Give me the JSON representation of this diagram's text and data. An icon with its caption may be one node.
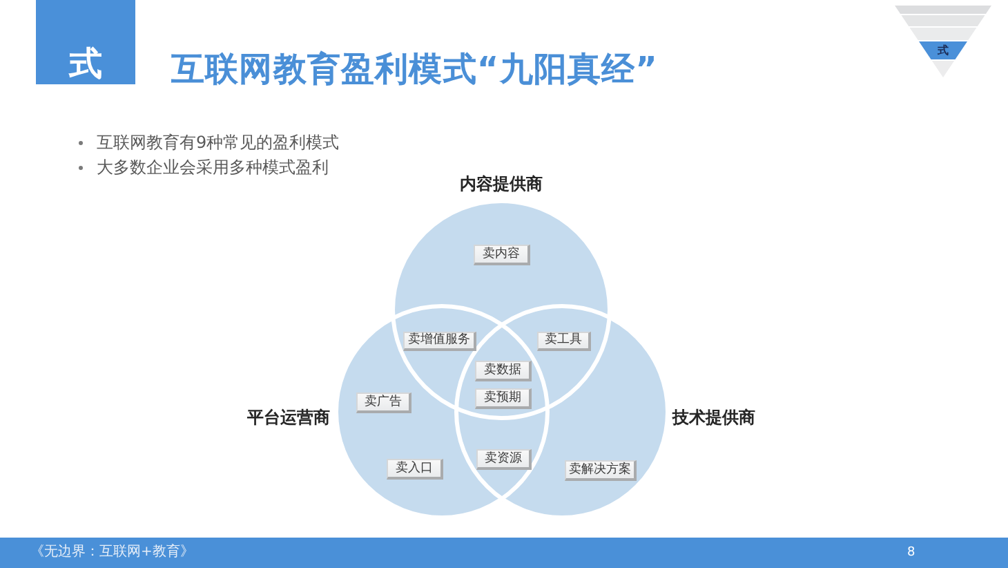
{
  "diagram": {
    "title": "互联网教育盈利模式“九阳真经”",
    "nodes": [
      {
        "text": [
          "式"
        ]
      },
      {
        "text": [
          "式"
        ]
      },
      {
        "text": [
          "内容提供商"
        ]
      },
      {
        "text": [
          "平台运营商"
        ]
      },
      {
        "text": [
          "技术提供商"
        ]
      },
      {
        "text": [
          "卖内容"
        ],
        "in": 2
      },
      {
        "text": [
          "卖增值服务"
        ]
      },
      {
        "text": [
          "卖工具"
        ]
      },
      {
        "text": [
          "卖数据"
        ]
      },
      {
        "text": [
          "卖广告"
        ],
        "in": 3
      },
      {
        "text": [
          "卖预期"
        ]
      },
      {
        "text": [
          "卖资源"
        ]
      },
      {
        "text": [
          "卖入口"
        ],
        "in": 3
      },
      {
        "text": [
          "卖解决方案"
        ],
        "in": 4
      }
    ],
    "labels": [
      "互联网教育有9种常见的盈利模式",
      "大多数企业会采用多种模式盈利",
      "《无边界：互联网+教育》",
      "8"
    ]
  }
}
